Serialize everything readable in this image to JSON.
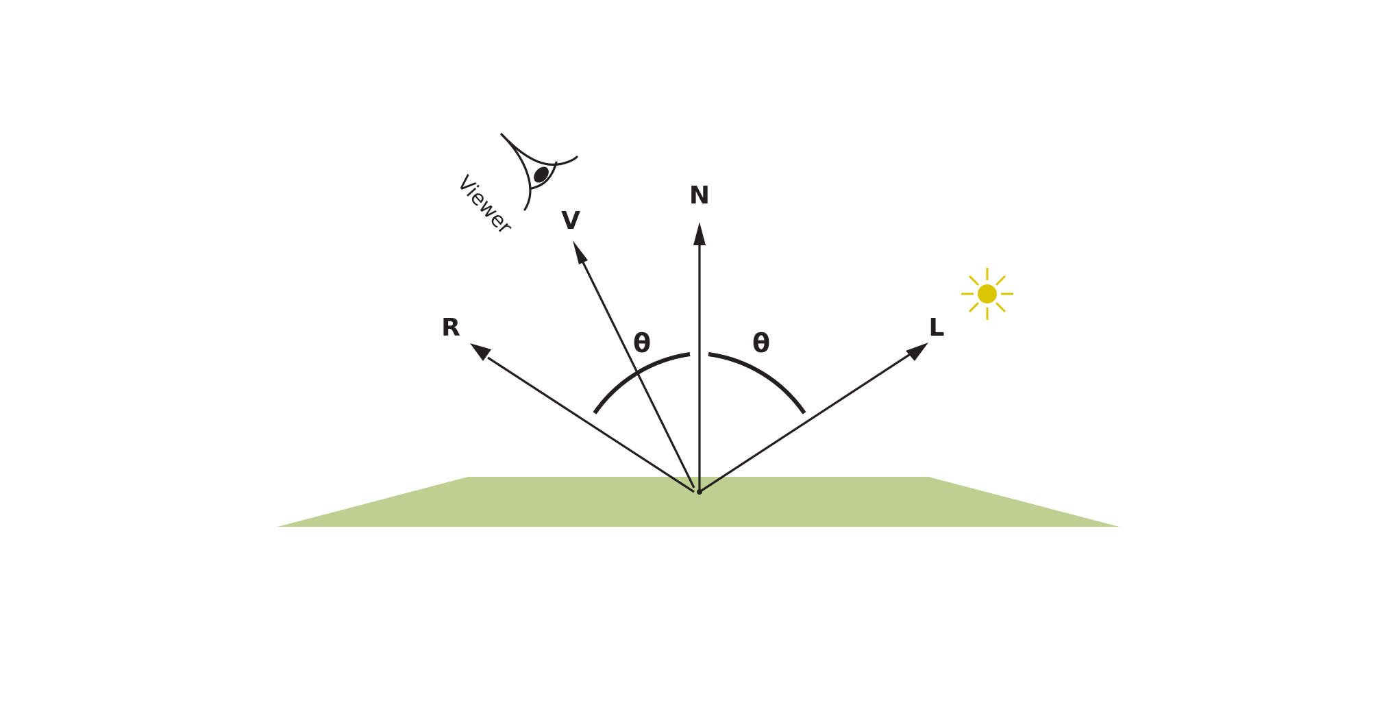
{
  "labels": {
    "normal": "N",
    "view": "V",
    "reflect": "R",
    "light": "L",
    "angle_left": "θ",
    "angle_right": "θ",
    "viewer": "Viewer"
  },
  "colors": {
    "surface": "#bfcf92",
    "ink": "#231f20",
    "sun": "#d9c600",
    "background": "#ffffff"
  },
  "icons": {
    "viewer": "eye-icon",
    "light_source": "sun-icon"
  }
}
